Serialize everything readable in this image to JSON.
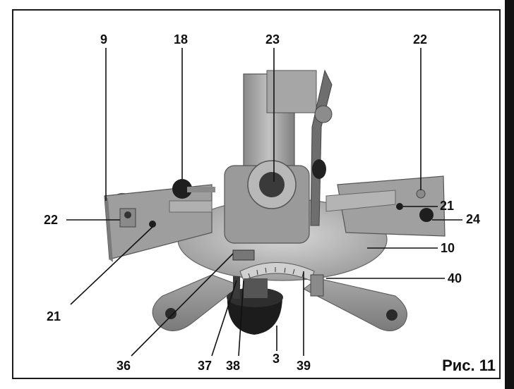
{
  "figure": {
    "caption": "Рис. 11",
    "callouts": [
      {
        "id": "c9",
        "label": "9"
      },
      {
        "id": "c18",
        "label": "18"
      },
      {
        "id": "c23",
        "label": "23"
      },
      {
        "id": "c22a",
        "label": "22"
      },
      {
        "id": "c22b",
        "label": "22"
      },
      {
        "id": "c21a",
        "label": "21"
      },
      {
        "id": "c24",
        "label": "24"
      },
      {
        "id": "c10",
        "label": "10"
      },
      {
        "id": "c40",
        "label": "40"
      },
      {
        "id": "c21b",
        "label": "21"
      },
      {
        "id": "c36",
        "label": "36"
      },
      {
        "id": "c37",
        "label": "37"
      },
      {
        "id": "c38",
        "label": "38"
      },
      {
        "id": "c3",
        "label": "3"
      },
      {
        "id": "c39",
        "label": "39"
      }
    ]
  },
  "colors": {
    "frame": "#1a1a1a",
    "metal_light": "#b9b9b9",
    "metal_mid": "#8f8f8f",
    "metal_dark": "#5e5e5e",
    "black_part": "#1e1e1e"
  }
}
